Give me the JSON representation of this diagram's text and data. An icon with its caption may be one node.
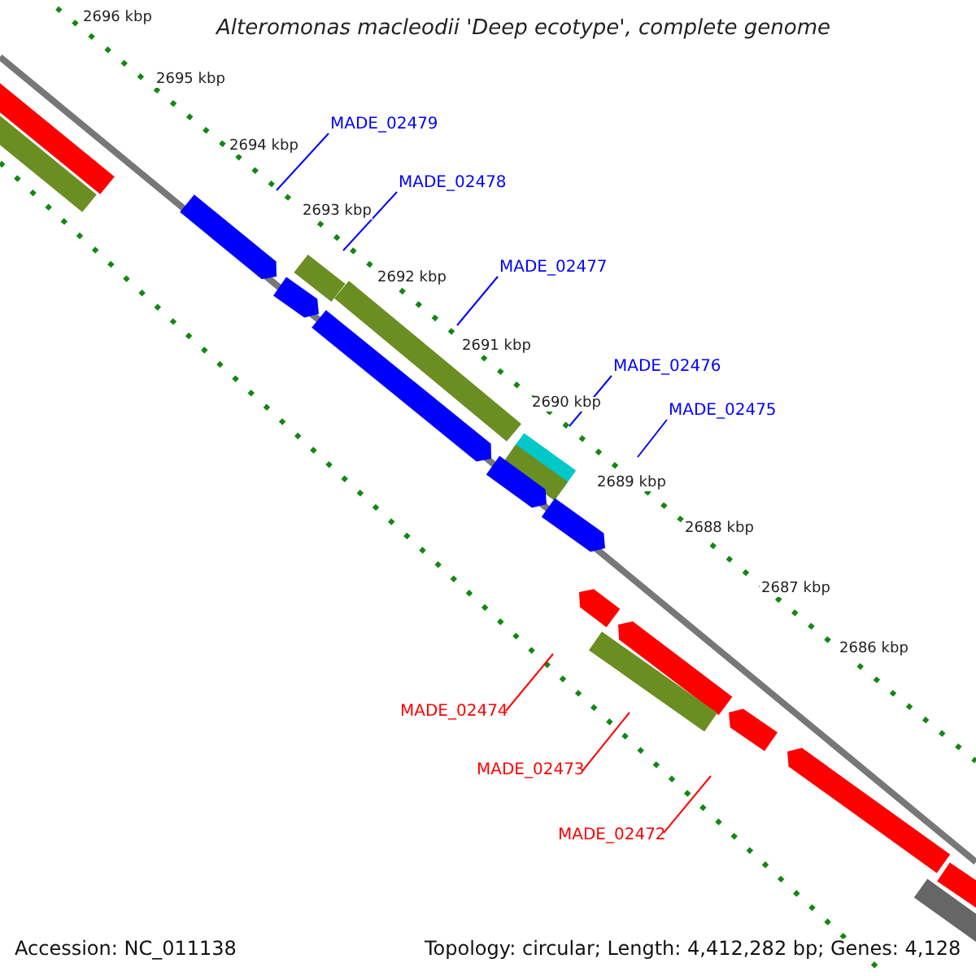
{
  "diagram": {
    "title": "Alteromonas macleodii 'Deep ecotype', complete genome",
    "nodes": [
      {
        "text": [
          "MADE_02479"
        ]
      },
      {
        "text": [
          "MADE_02478"
        ]
      },
      {
        "text": [
          "MADE_02477"
        ]
      },
      {
        "text": [
          "MADE_02476"
        ]
      },
      {
        "text": [
          "MADE_02475"
        ]
      },
      {
        "text": [
          "MADE_02474"
        ]
      },
      {
        "text": [
          "MADE_02473"
        ]
      },
      {
        "text": [
          "MADE_02472"
        ]
      }
    ],
    "edges": [
      {
        "from": 0,
        "to": null,
        "arrow": "none"
      },
      {
        "from": 1,
        "to": null,
        "arrow": "none"
      },
      {
        "from": 2,
        "to": null,
        "arrow": "none"
      },
      {
        "from": 3,
        "to": null,
        "arrow": "none"
      },
      {
        "from": 4,
        "to": null,
        "arrow": "none"
      },
      {
        "from": 5,
        "to": null,
        "arrow": "none",
        "color": "#ff0000"
      },
      {
        "from": 6,
        "to": null,
        "arrow": "none",
        "color": "#ff0000"
      },
      {
        "from": 7,
        "to": null,
        "arrow": "none",
        "color": "#ff0000"
      }
    ],
    "labels": [
      "2696 kbp",
      "2695 kbp",
      "2694 kbp",
      "2693 kbp",
      "2692 kbp",
      "2691 kbp",
      "2690 kbp",
      "2689 kbp",
      "2688 kbp",
      "2687 kbp",
      "2686 kbp",
      "Accession: NC_011138",
      "Topology: circular; Length: 4,412,282 bp; Genes: 4,128"
    ]
  }
}
